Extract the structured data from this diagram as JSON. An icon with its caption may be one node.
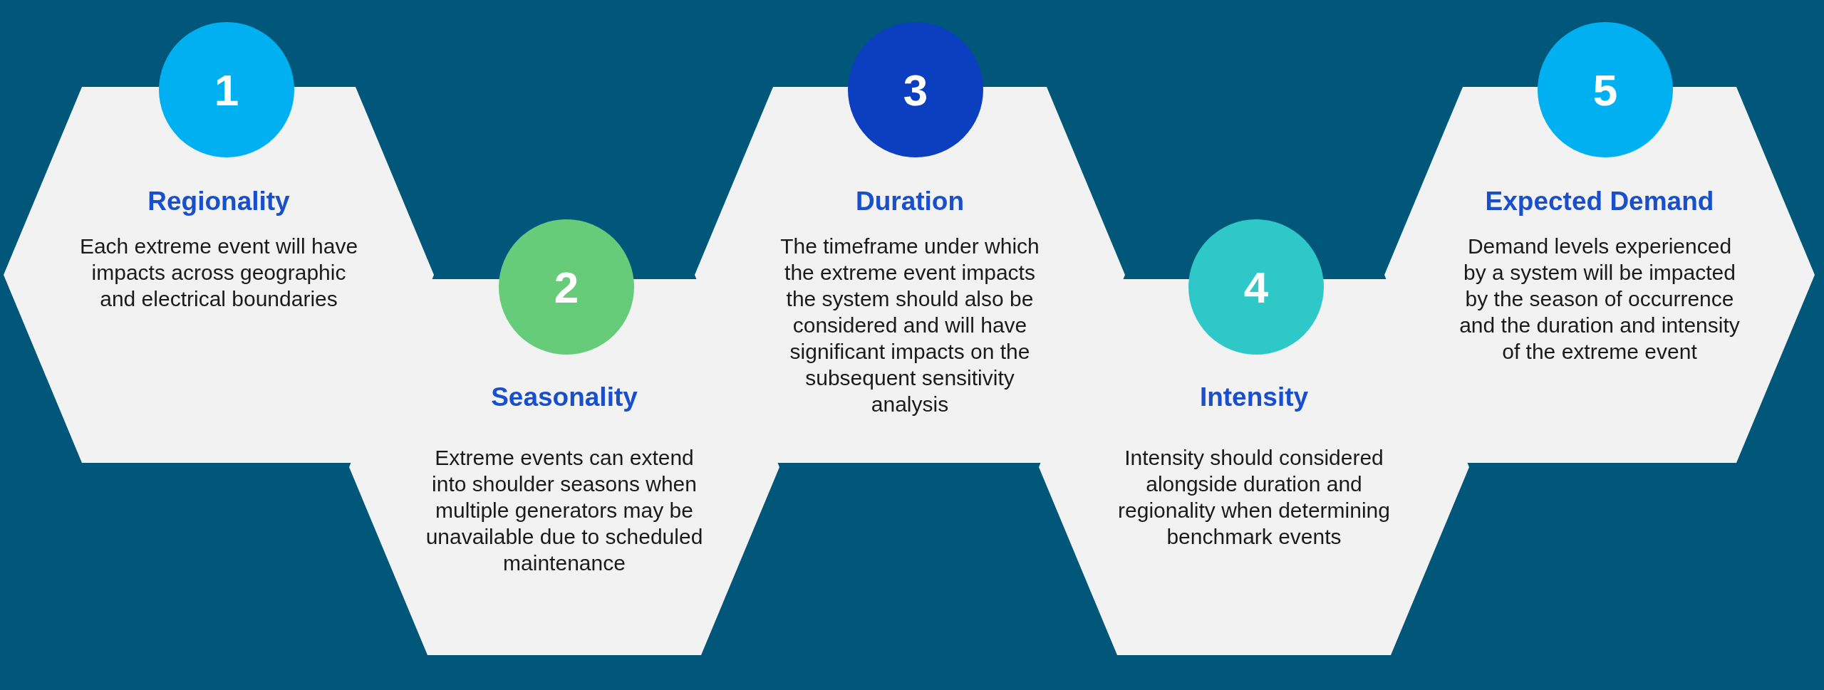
{
  "diagram": {
    "nodes": [
      {
        "text": [
          "1"
        ]
      },
      {
        "text": [
          "Regionality",
          "Each extreme event will have impacts across geographic and electrical boundaries"
        ]
      },
      {
        "text": [
          "2"
        ]
      },
      {
        "text": [
          "Seasonality",
          "Extreme events can extend into shoulder seasons when multiple generators may be unavailable due to scheduled maintenance"
        ]
      },
      {
        "text": [
          "3"
        ]
      },
      {
        "text": [
          "Duration",
          "The timeframe under which the extreme event impacts the system should also be considered and will have significant impacts on the subsequent sensitivity analysis"
        ]
      },
      {
        "text": [
          "4"
        ]
      },
      {
        "text": [
          "Intensity",
          "Intensity should considered alongside duration and regionality when determining benchmark events"
        ]
      },
      {
        "text": [
          "5"
        ]
      },
      {
        "text": [
          "Expected Demand",
          "Demand levels experienced by a system will be impacted by the season of occurrence and the duration and intensity of the extreme event"
        ]
      }
    ]
  }
}
